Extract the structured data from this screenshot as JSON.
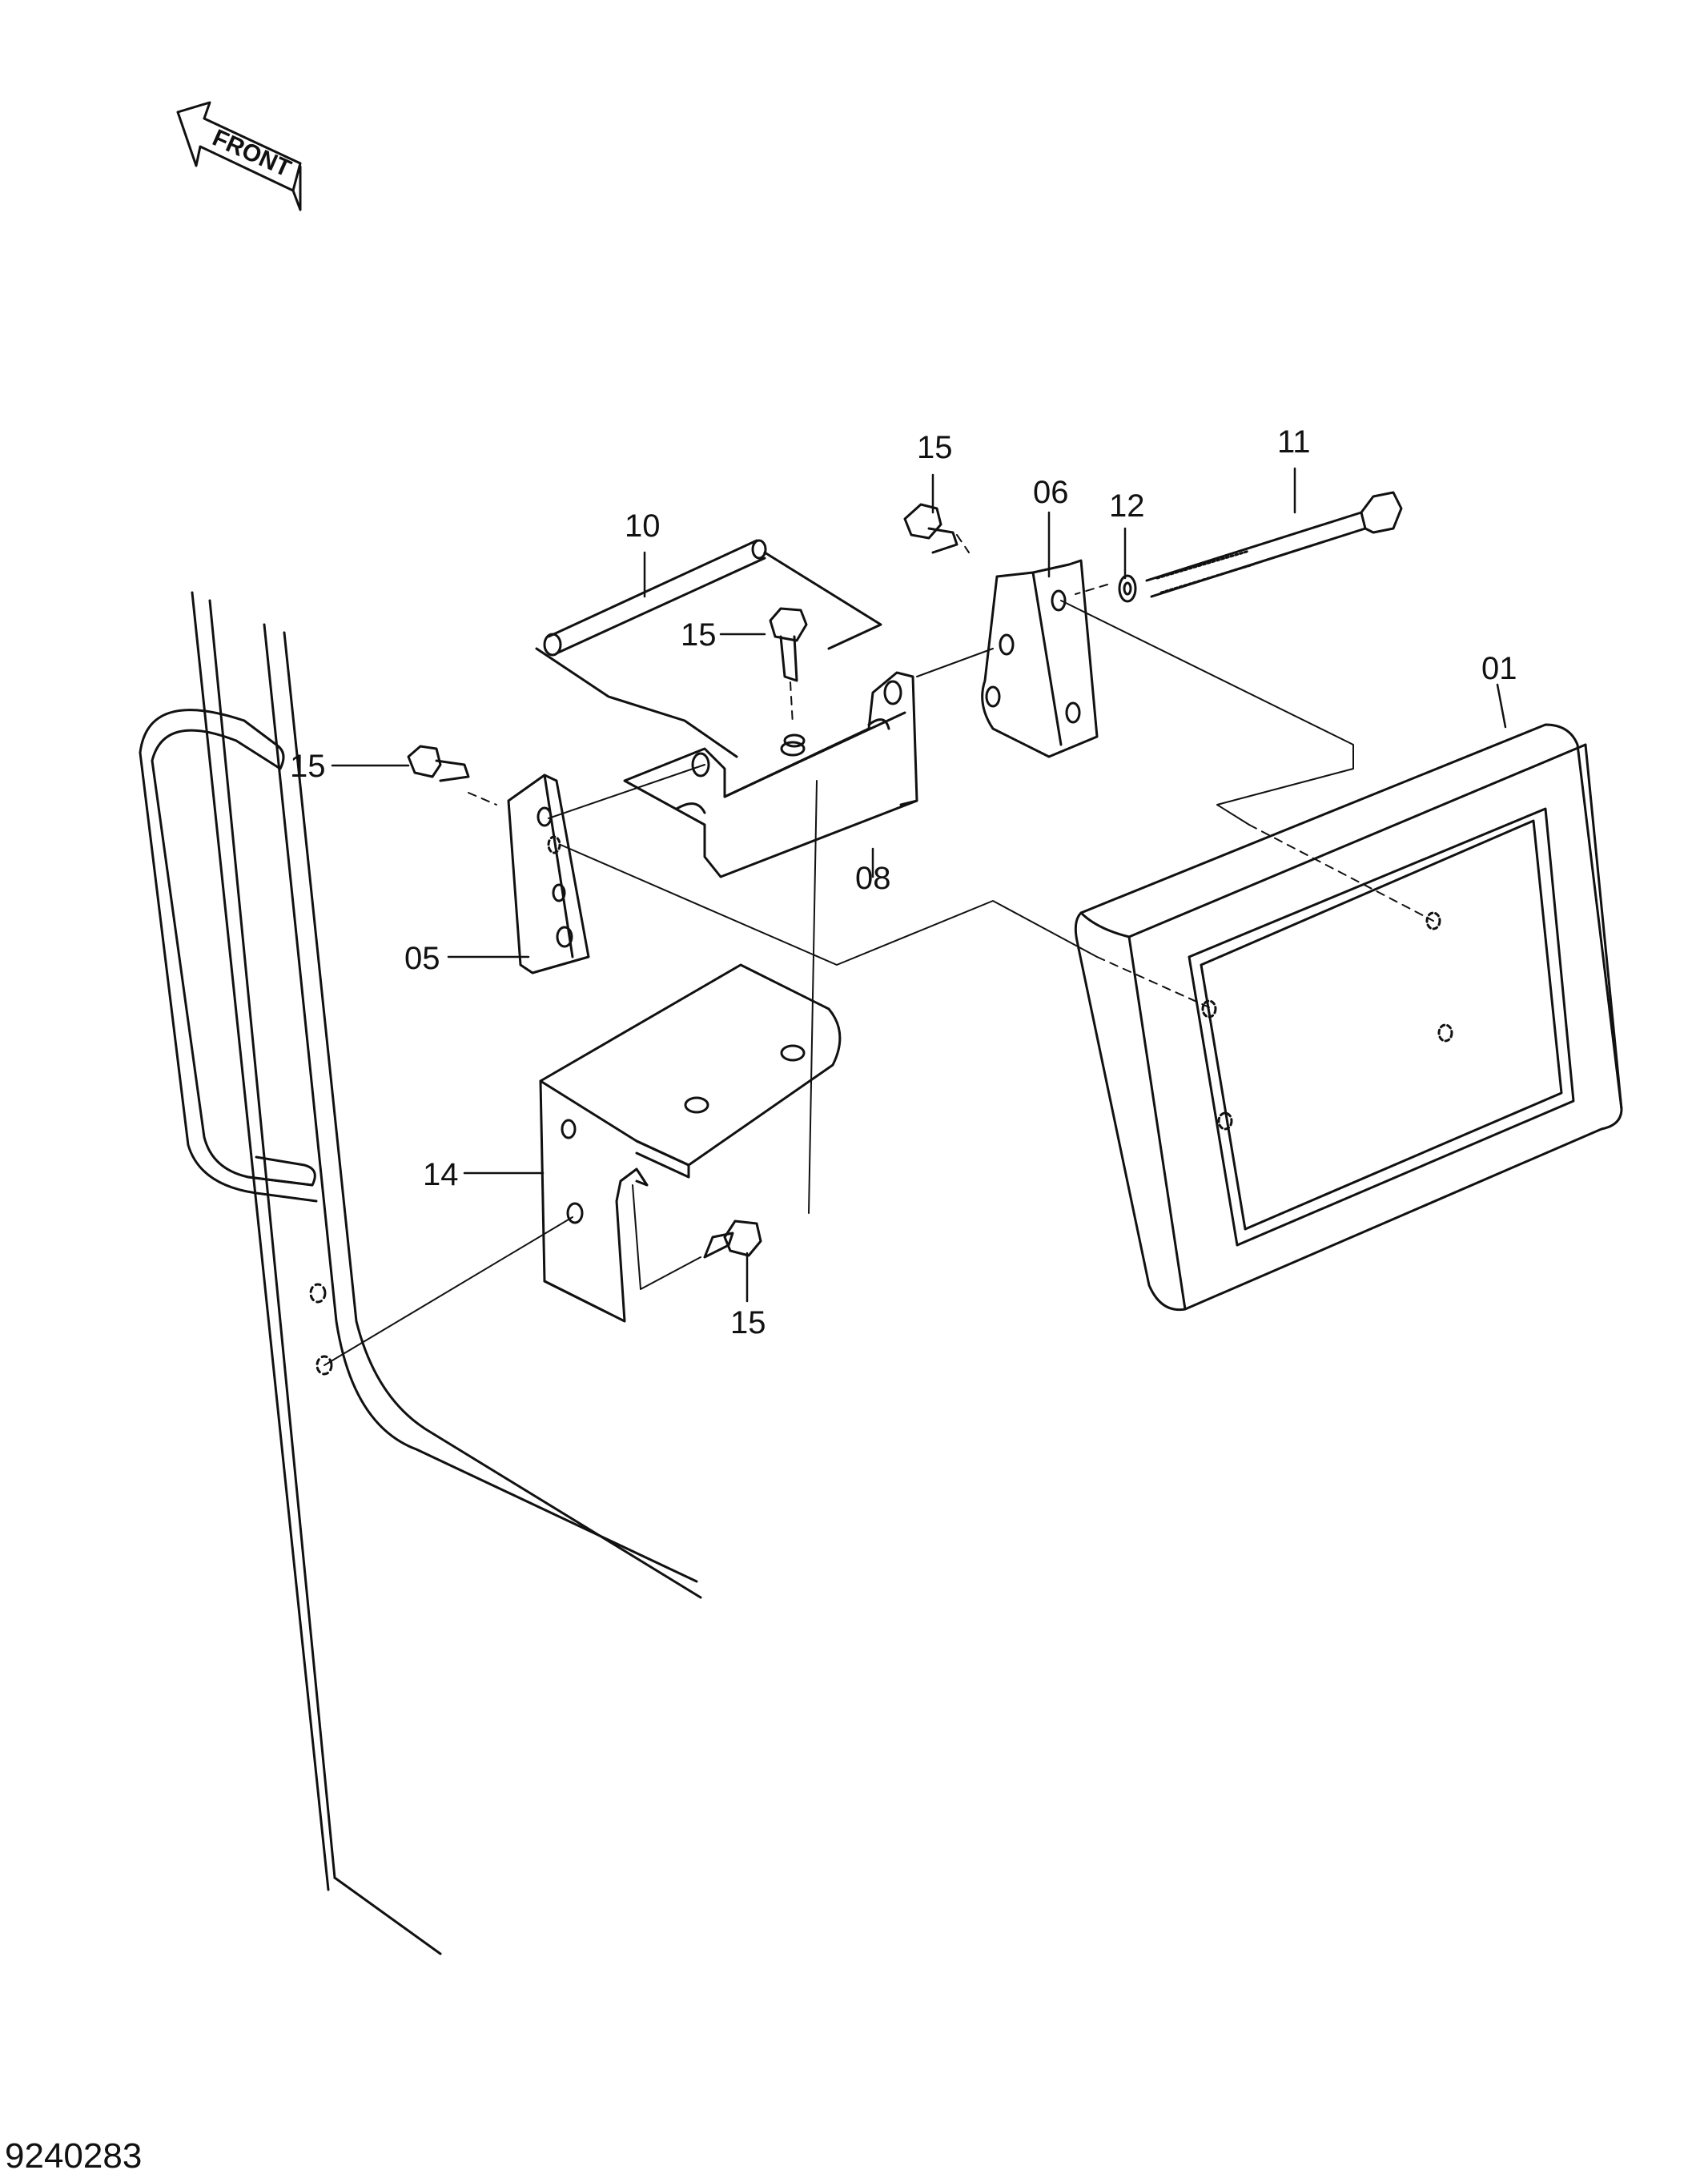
{
  "orientation": {
    "front_label": "FRONT"
  },
  "callouts": [
    {
      "id": "label-10",
      "text": "10"
    },
    {
      "id": "label-15-a",
      "text": "15"
    },
    {
      "id": "label-06",
      "text": "06"
    },
    {
      "id": "label-12",
      "text": "12"
    },
    {
      "id": "label-11",
      "text": "11"
    },
    {
      "id": "label-15-b",
      "text": "15"
    },
    {
      "id": "label-15-c",
      "text": "15"
    },
    {
      "id": "label-08",
      "text": "08"
    },
    {
      "id": "label-05",
      "text": "05"
    },
    {
      "id": "label-01",
      "text": "01"
    },
    {
      "id": "label-14",
      "text": "14"
    },
    {
      "id": "label-15-d",
      "text": "15"
    }
  ],
  "drawing_number": "9240283"
}
